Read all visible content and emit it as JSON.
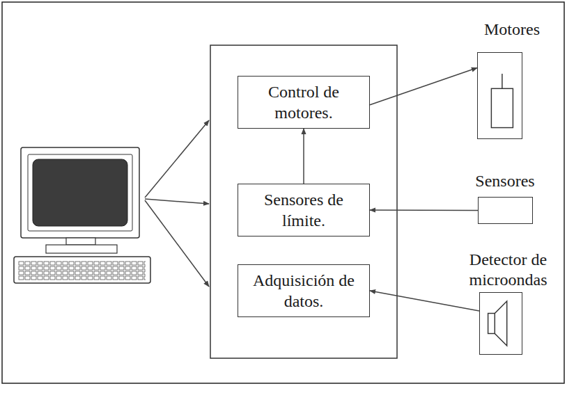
{
  "diagram": {
    "nodes": [
      {
        "text": [
          "Control de motores."
        ]
      },
      {
        "text": [
          "Sensores de límite."
        ]
      },
      {
        "text": [
          "Adquisición de datos."
        ]
      },
      {
        "text": [
          "Motores"
        ]
      },
      {
        "text": [
          "Sensores"
        ]
      },
      {
        "text": [
          "Detector de microondas"
        ]
      }
    ],
    "edges": [
      {
        "from": 1,
        "to": 0,
        "arrow": "to"
      },
      {
        "from": 0,
        "to": 3,
        "arrow": "to"
      },
      {
        "from": 4,
        "to": 1,
        "arrow": "to"
      },
      {
        "from": 5,
        "to": 2,
        "arrow": "to"
      }
    ]
  }
}
